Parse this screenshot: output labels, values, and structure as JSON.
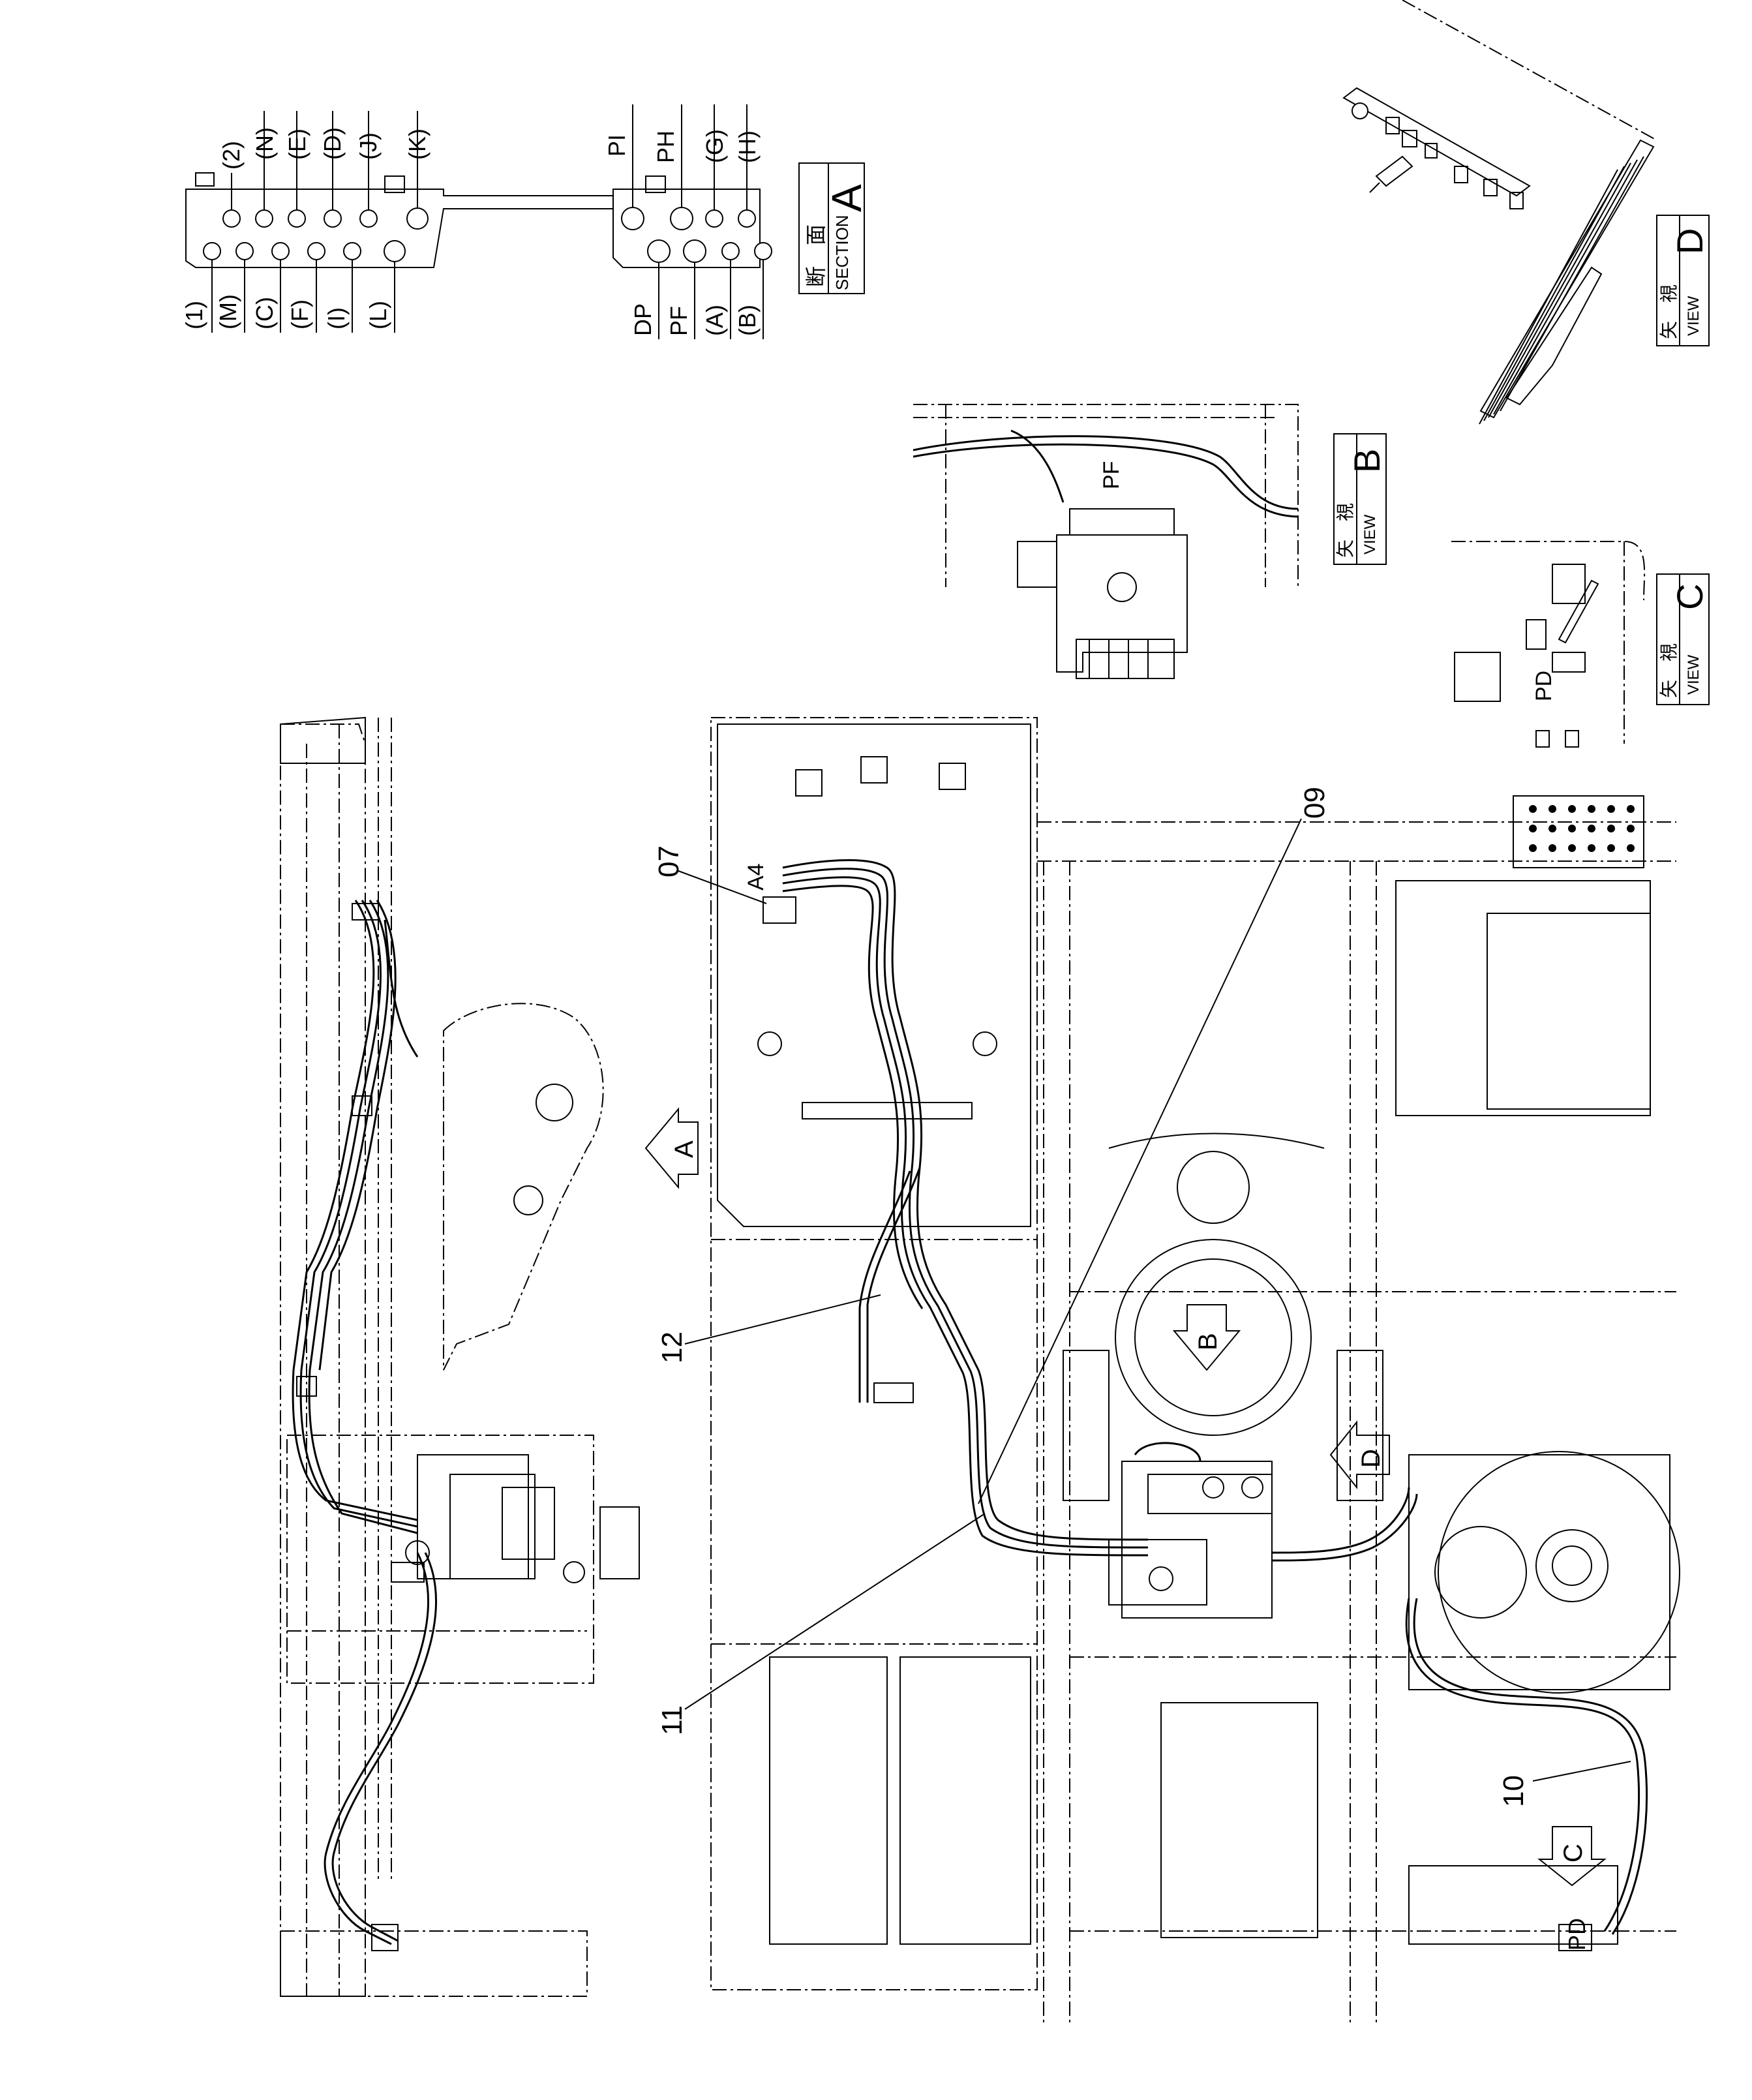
{
  "section_a": {
    "title_jp": "断　面",
    "title_en": "SECTION",
    "letter": "A",
    "left_top_ports": [
      "(2)",
      "(N)",
      "(E)",
      "(D)",
      "(J)",
      "(K)"
    ],
    "left_bottom_ports": [
      "(1)",
      "(M)",
      "(C)",
      "(F)",
      "(I)",
      "(L)"
    ],
    "right_top_ports": [
      "PI",
      "PH",
      "(G)",
      "(H)"
    ],
    "right_bottom_ports": [
      "DP",
      "PF",
      "(A)",
      "(B)"
    ]
  },
  "view_b": {
    "title_jp": "矢　視",
    "title_en": "VIEW",
    "letter": "B",
    "port": "PF"
  },
  "view_c": {
    "title_jp": "矢　視",
    "title_en": "VIEW",
    "letter": "C",
    "port": "PD"
  },
  "view_d": {
    "title_jp": "矢　視",
    "title_en": "VIEW",
    "letter": "D"
  },
  "callouts": {
    "c07": "07",
    "a4": "A4",
    "c09": "09",
    "c10": "10",
    "c11": "11",
    "c12": "12",
    "pd": "PD"
  },
  "arrows": {
    "a": "A",
    "b": "B",
    "c": "C",
    "d": "D"
  }
}
